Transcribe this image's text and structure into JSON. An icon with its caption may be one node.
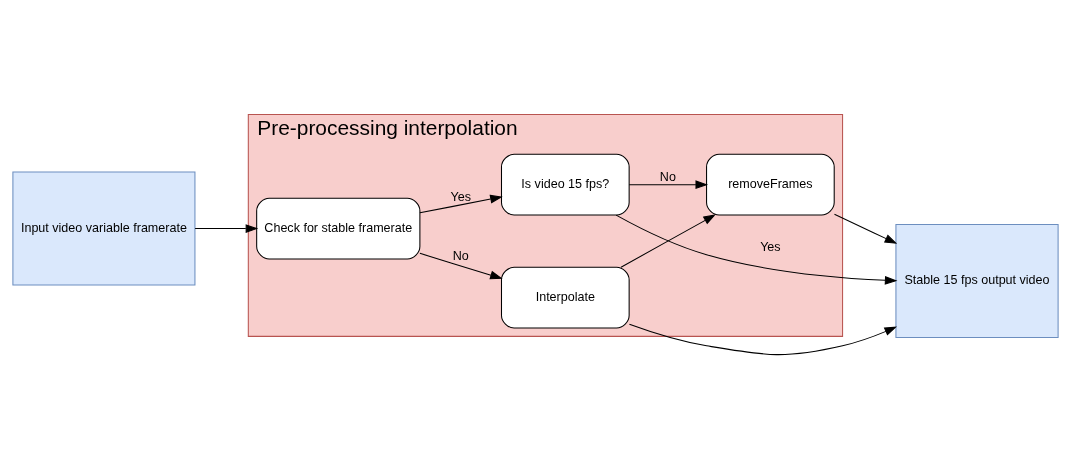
{
  "diagram": {
    "nodes": [
      {
        "text": [
          "Input video variable framerate"
        ]
      },
      {
        "text": [
          "Pre-processing interpolation"
        ]
      },
      {
        "text": [
          "Check for stable framerate"
        ],
        "in": 1
      },
      {
        "text": [
          "Interpolate"
        ],
        "in": 1
      },
      {
        "text": [
          "Is video 15 fps?"
        ],
        "in": 1
      },
      {
        "text": [
          "removeFrames"
        ],
        "in": 1
      },
      {
        "text": [
          "Stable 15 fps output video"
        ]
      }
    ],
    "edges": [
      {
        "from": 0,
        "to": 2,
        "arrow": "to"
      },
      {
        "from": 2,
        "to": 3,
        "arrow": "to",
        "label": "No"
      },
      {
        "from": 2,
        "to": 4,
        "arrow": "to",
        "label": "Yes"
      },
      {
        "from": 3,
        "to": 5,
        "arrow": "to"
      },
      {
        "from": 4,
        "to": 5,
        "arrow": "to",
        "label": "No"
      },
      {
        "from": 3,
        "to": 6,
        "arrow": "to"
      },
      {
        "from": 5,
        "to": 6,
        "arrow": "to"
      },
      {
        "from": 4,
        "to": 6,
        "arrow": "to",
        "label": "Yes"
      }
    ]
  }
}
